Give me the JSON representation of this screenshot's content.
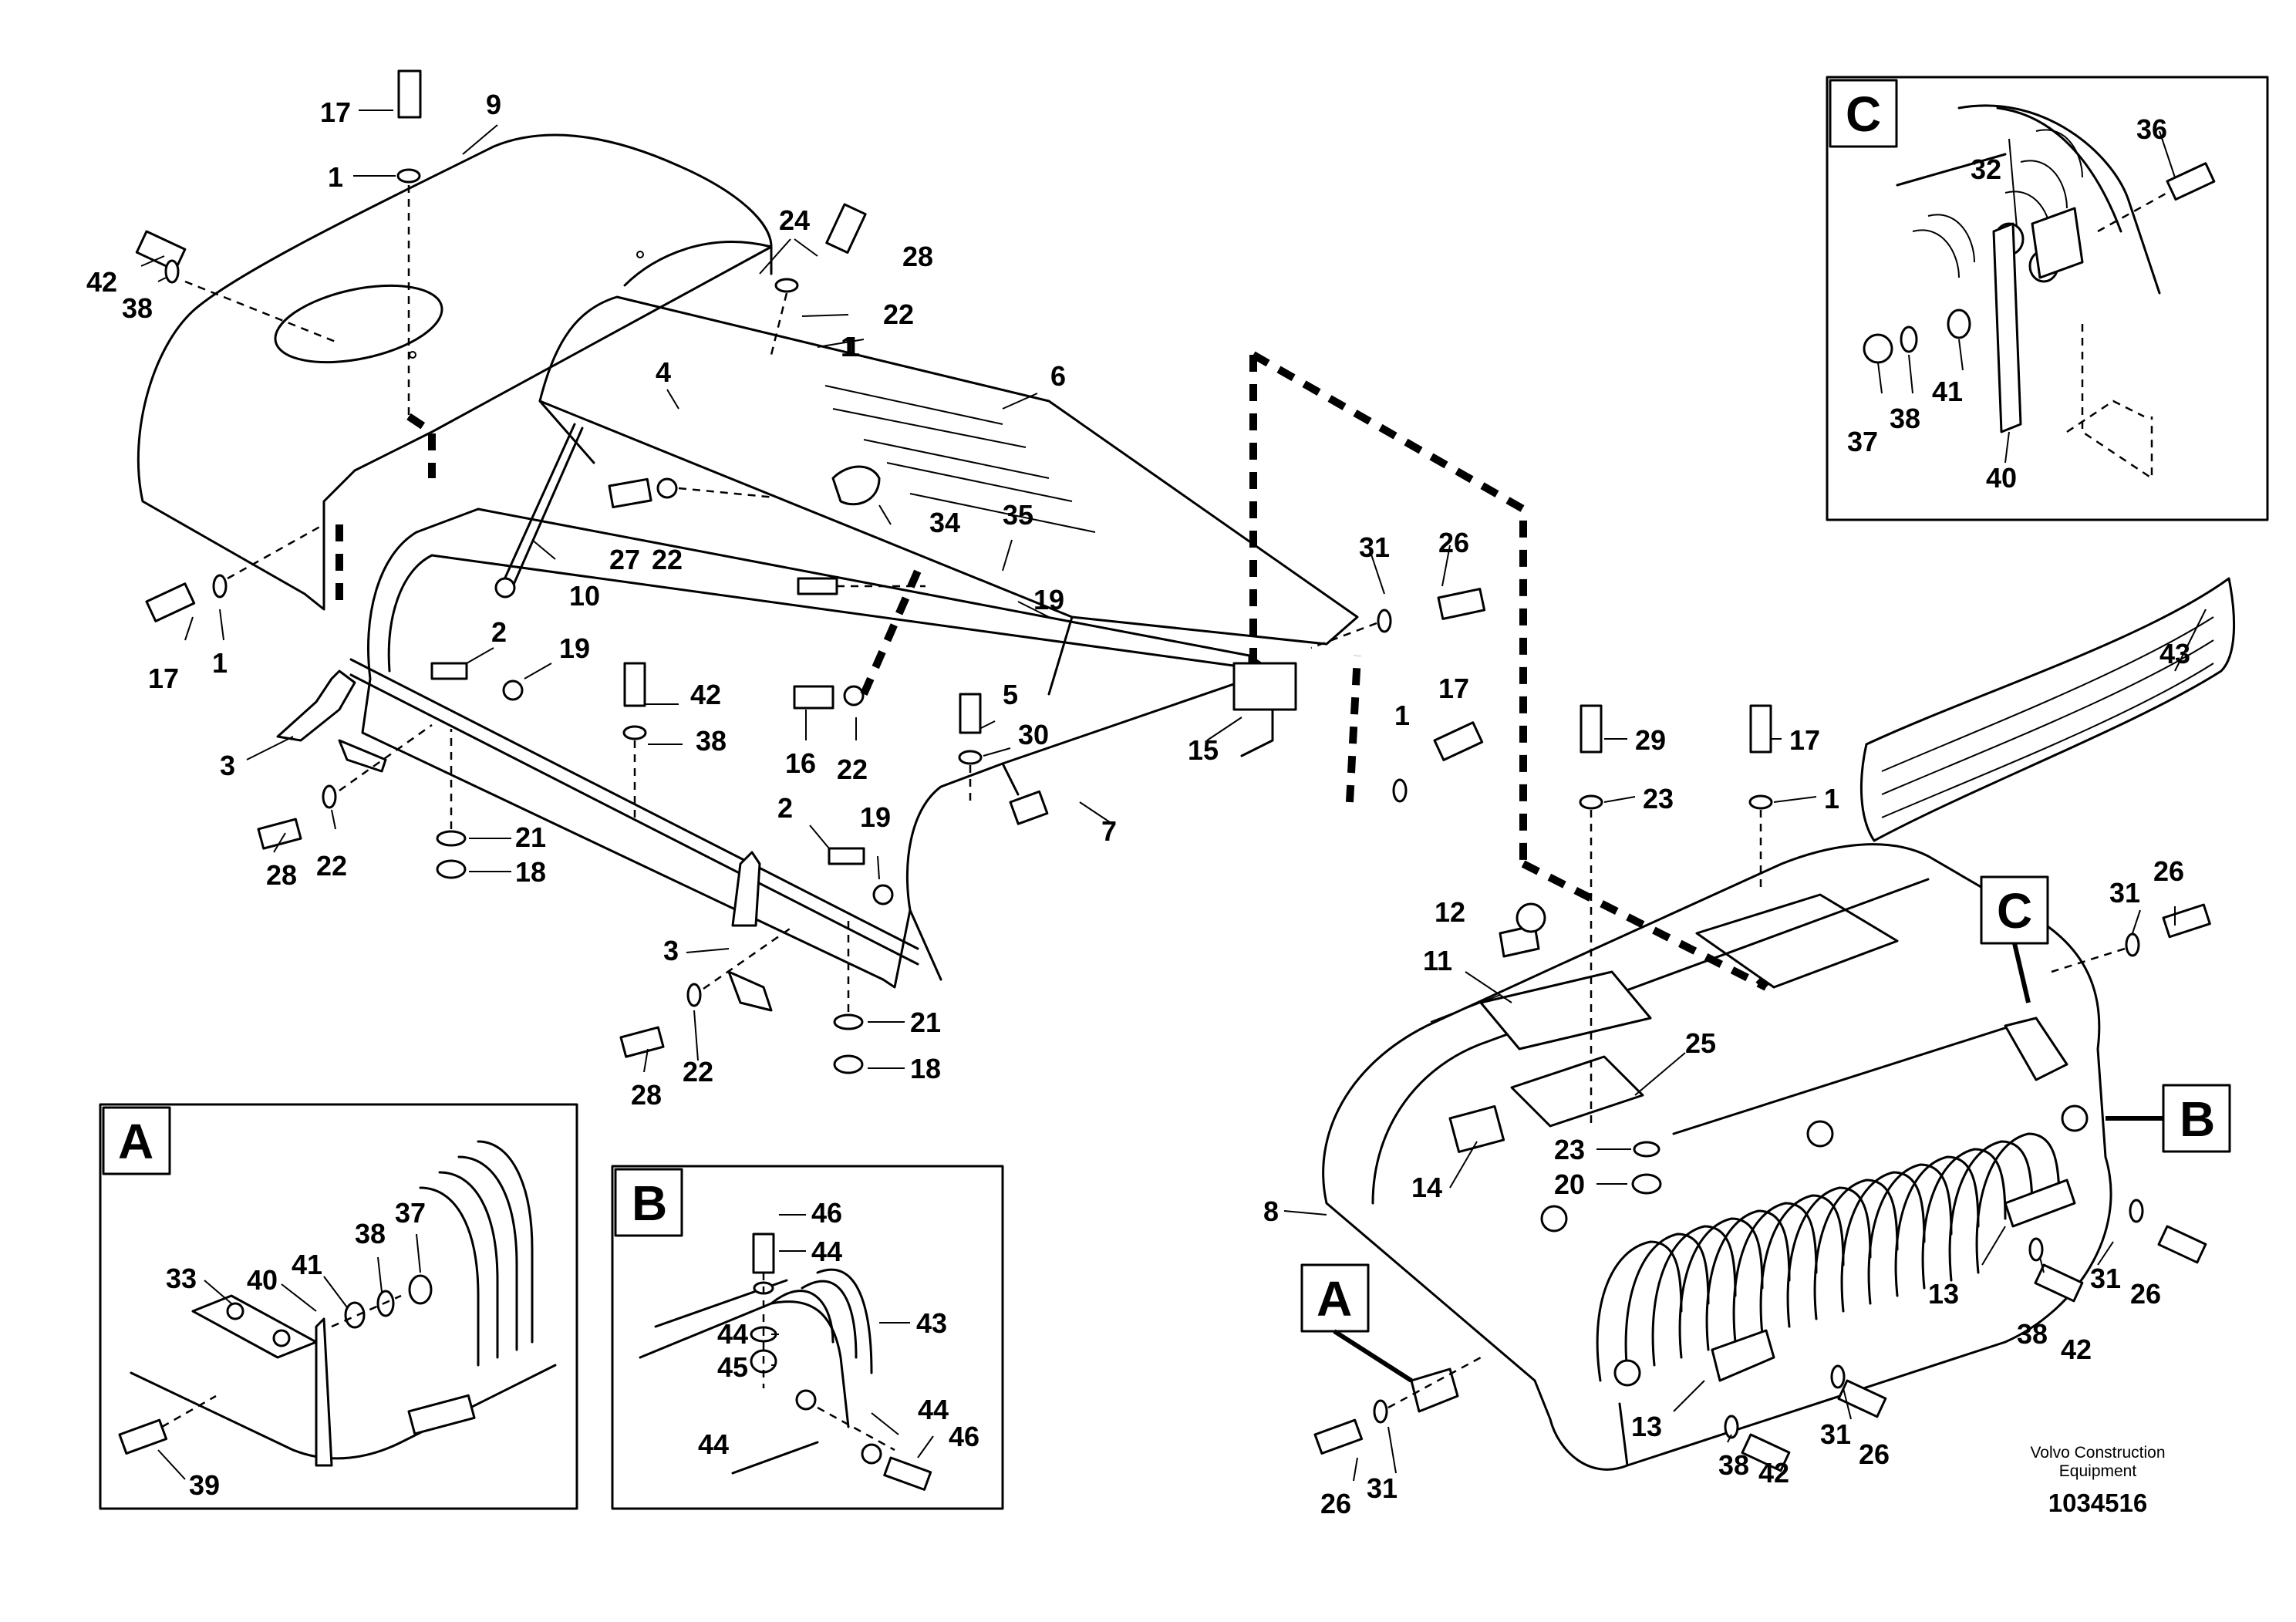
{
  "callouts": {
    "c1_a": "1",
    "c1_b": "1",
    "c1_c": "1",
    "c1_d": "1",
    "c1_e": "1",
    "c1_f": "1",
    "c2_a": "2",
    "c2_b": "2",
    "c3_a": "3",
    "c3_b": "3",
    "c4": "4",
    "c5": "5",
    "c6": "6",
    "c7": "7",
    "c8": "8",
    "c9": "9",
    "c10": "10",
    "c11": "11",
    "c12": "12",
    "c13_a": "13",
    "c13_b": "13",
    "c14": "14",
    "c15": "15",
    "c16": "16",
    "c17_a": "17",
    "c17_b": "17",
    "c17_c": "17",
    "c17_d": "17",
    "c18_a": "18",
    "c18_b": "18",
    "c19_a": "19",
    "c19_b": "19",
    "c19_c": "19",
    "c20": "20",
    "c21_a": "21",
    "c21_b": "21",
    "c22_a": "22",
    "c22_b": "22",
    "c22_c": "22",
    "c22_d": "22",
    "c22_e": "22",
    "c23_a": "23",
    "c23_b": "23",
    "c24": "24",
    "c25": "25",
    "c26_a": "26",
    "c26_b": "26",
    "c26_c": "26",
    "c26_d": "26",
    "c26_e": "26",
    "c27": "27",
    "c28_a": "28",
    "c28_b": "28",
    "c28_c": "28",
    "c29": "29",
    "c30": "30",
    "c31_a": "31",
    "c31_b": "31",
    "c31_c": "31",
    "c31_d": "31",
    "c31_e": "31",
    "c32": "32",
    "c33": "33",
    "c34": "34",
    "c35": "35",
    "c36": "36",
    "c37_a": "37",
    "c37_b": "37",
    "c38_a": "38",
    "c38_b": "38",
    "c38_c": "38",
    "c38_d": "38",
    "c38_e": "38",
    "c38_f": "38",
    "c39": "39",
    "c40_a": "40",
    "c40_b": "40",
    "c41_a": "41",
    "c41_b": "41",
    "c42_a": "42",
    "c42_b": "42",
    "c42_c": "42",
    "c42_d": "42",
    "c43_a": "43",
    "c43_b": "43",
    "c44_a": "44",
    "c44_b": "44",
    "c44_c": "44",
    "c44_d": "44",
    "c45": "45",
    "c46_a": "46",
    "c46_b": "46"
  },
  "detail_labels": {
    "a_box": "A",
    "b_box": "B",
    "c_box": "C",
    "a_ref": "A",
    "b_ref": "B",
    "c_ref": "C"
  },
  "footer": {
    "brand_line1": "Volvo Construction",
    "brand_line2": "Equipment",
    "document_number": "1034516"
  }
}
